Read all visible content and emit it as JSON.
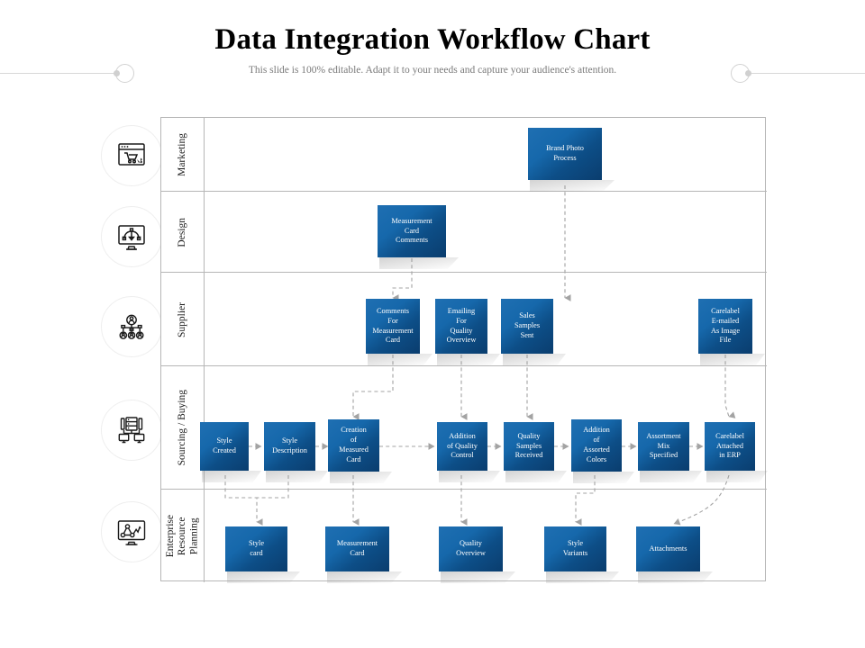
{
  "header": {
    "title": "Data Integration Workflow Chart",
    "subtitle": "This slide is 100% editable. Adapt it to your needs and capture your audience's attention."
  },
  "theme": {
    "node_blue_light": "#1f6fb2",
    "node_blue_dark": "#0a3d6e",
    "frame_border": "#b6b6b6",
    "connector": "#9e9e9e",
    "subtitle_color": "#7a7a7a"
  },
  "lanes": [
    {
      "label": "Marketing",
      "icon": "browser-cart-icon"
    },
    {
      "label": "Design",
      "icon": "design-monitor-icon"
    },
    {
      "label": "Supplier",
      "icon": "org-chart-people-icon"
    },
    {
      "label": "Sourcing / Buying",
      "icon": "server-network-icon"
    },
    {
      "label": "Enterprise\nResource\nPlanning",
      "icon": "analytics-monitor-icon"
    }
  ],
  "nodes": {
    "marketing": [
      {
        "id": "brand-photo-process",
        "label": "Brand Photo\nProcess"
      }
    ],
    "design": [
      {
        "id": "measurement-card-comments",
        "label": "Measurement\nCard\nComments"
      }
    ],
    "supplier": [
      {
        "id": "comments-for-measurement-card",
        "label": "Comments\nFor\nMeasurement\nCard"
      },
      {
        "id": "emailing-for-quality-overview",
        "label": "Emailing\nFor\nQuality\nOverview"
      },
      {
        "id": "sales-samples-sent",
        "label": "Sales\nSamples\nSent"
      },
      {
        "id": "carelabel-emailed-as-image-file",
        "label": "Carelabel\nE-mailed\nAs Image\nFile"
      }
    ],
    "sourcing": [
      {
        "id": "style-created",
        "label": "Style\nCreated"
      },
      {
        "id": "style-description",
        "label": "Style\nDescription"
      },
      {
        "id": "creation-of-measured-card",
        "label": "Creation\nof\nMeasured\nCard"
      },
      {
        "id": "addition-of-quality-control",
        "label": "Addition\nof Quality\nControl"
      },
      {
        "id": "quality-samples-received",
        "label": "Quality\nSamples\nReceived"
      },
      {
        "id": "addition-of-assorted-colors",
        "label": "Addition\nof\nAssorted\nColors"
      },
      {
        "id": "assortment-mix-specified",
        "label": "Assortment\nMix\nSpecified"
      },
      {
        "id": "carelabel-attached-in-erp",
        "label": "Carelabel\nAttached\nin ERP"
      }
    ],
    "erp": [
      {
        "id": "style-card",
        "label": "Style\ncard"
      },
      {
        "id": "measurement-card",
        "label": "Measurement\nCard"
      },
      {
        "id": "quality-overview",
        "label": "Quality\nOverview"
      },
      {
        "id": "style-variants",
        "label": "Style\nVariants"
      },
      {
        "id": "attachments",
        "label": "Attachments"
      }
    ]
  }
}
